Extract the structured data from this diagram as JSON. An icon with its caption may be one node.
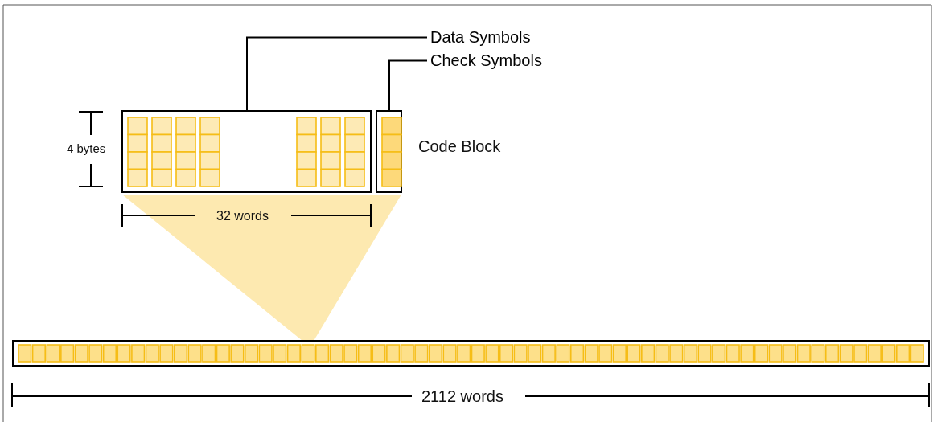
{
  "diagram": {
    "nodes": [
      {
        "text": [
          "Data Symbols"
        ]
      },
      {
        "text": [
          "Check Symbols"
        ]
      },
      {
        "text": [],
        "shape": "box"
      },
      {
        "text": [],
        "shape": "box"
      },
      {
        "text": [],
        "shape": "bar"
      }
    ],
    "edges": [
      {
        "from": 0,
        "to": 2,
        "arrow": "none"
      },
      {
        "from": 1,
        "to": 3,
        "arrow": "none"
      }
    ],
    "labels": [
      "4 bytes",
      "Code Block",
      "32 words",
      "2112 words"
    ]
  }
}
